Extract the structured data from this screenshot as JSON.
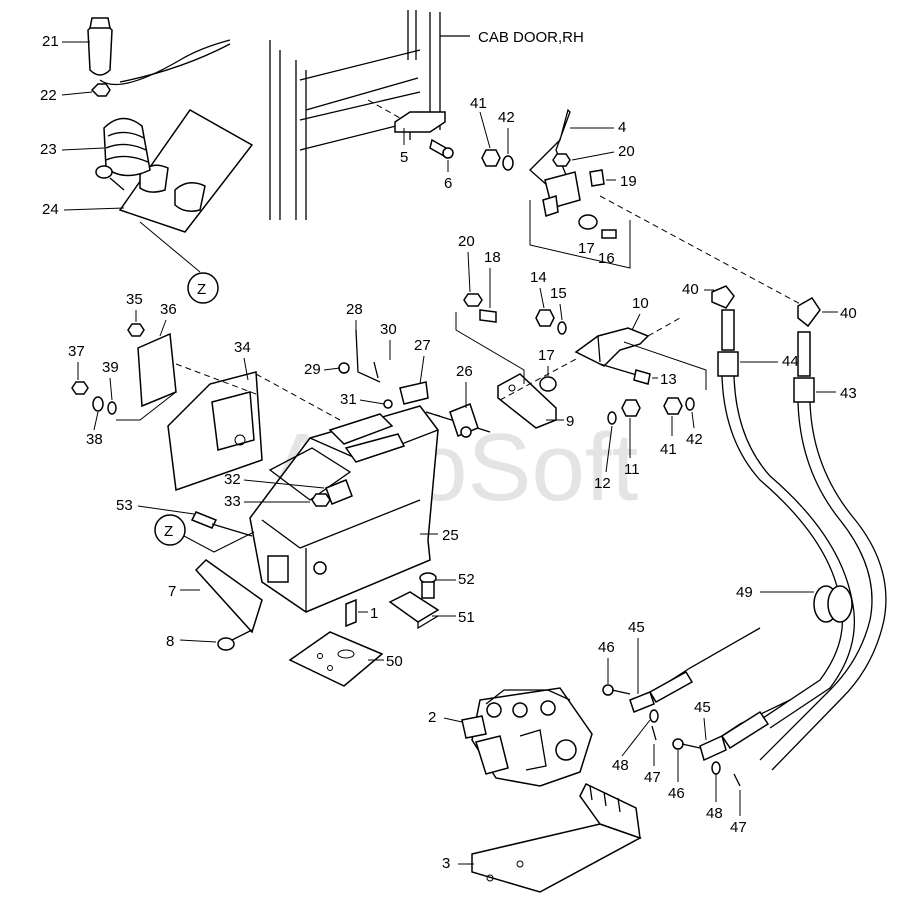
{
  "watermark": "AutoSoft",
  "zone_marker": "Z",
  "labels": {
    "cab_door": "CAB DOOR,RH",
    "n1": "1",
    "n2": "2",
    "n3": "3",
    "n4": "4",
    "n5": "5",
    "n6": "6",
    "n7": "7",
    "n8": "8",
    "n9": "9",
    "n10": "10",
    "n11": "11",
    "n12": "12",
    "n13": "13",
    "n14": "14",
    "n15": "15",
    "n16": "16",
    "n17": "17",
    "n18": "18",
    "n19": "19",
    "n20": "20",
    "n21": "21",
    "n22": "22",
    "n23": "23",
    "n24": "24",
    "n25": "25",
    "n26": "26",
    "n27": "27",
    "n28": "28",
    "n29": "29",
    "n30": "30",
    "n31": "31",
    "n32": "32",
    "n33": "33",
    "n34": "34",
    "n35": "35",
    "n36": "36",
    "n37": "37",
    "n38": "38",
    "n39": "39",
    "n40": "40",
    "n41": "41",
    "n42": "42",
    "n43": "43",
    "n44": "44",
    "n45": "45",
    "n46": "46",
    "n47": "47",
    "n48": "48",
    "n49": "49",
    "n50": "50",
    "n51": "51",
    "n52": "52",
    "n53": "53"
  }
}
